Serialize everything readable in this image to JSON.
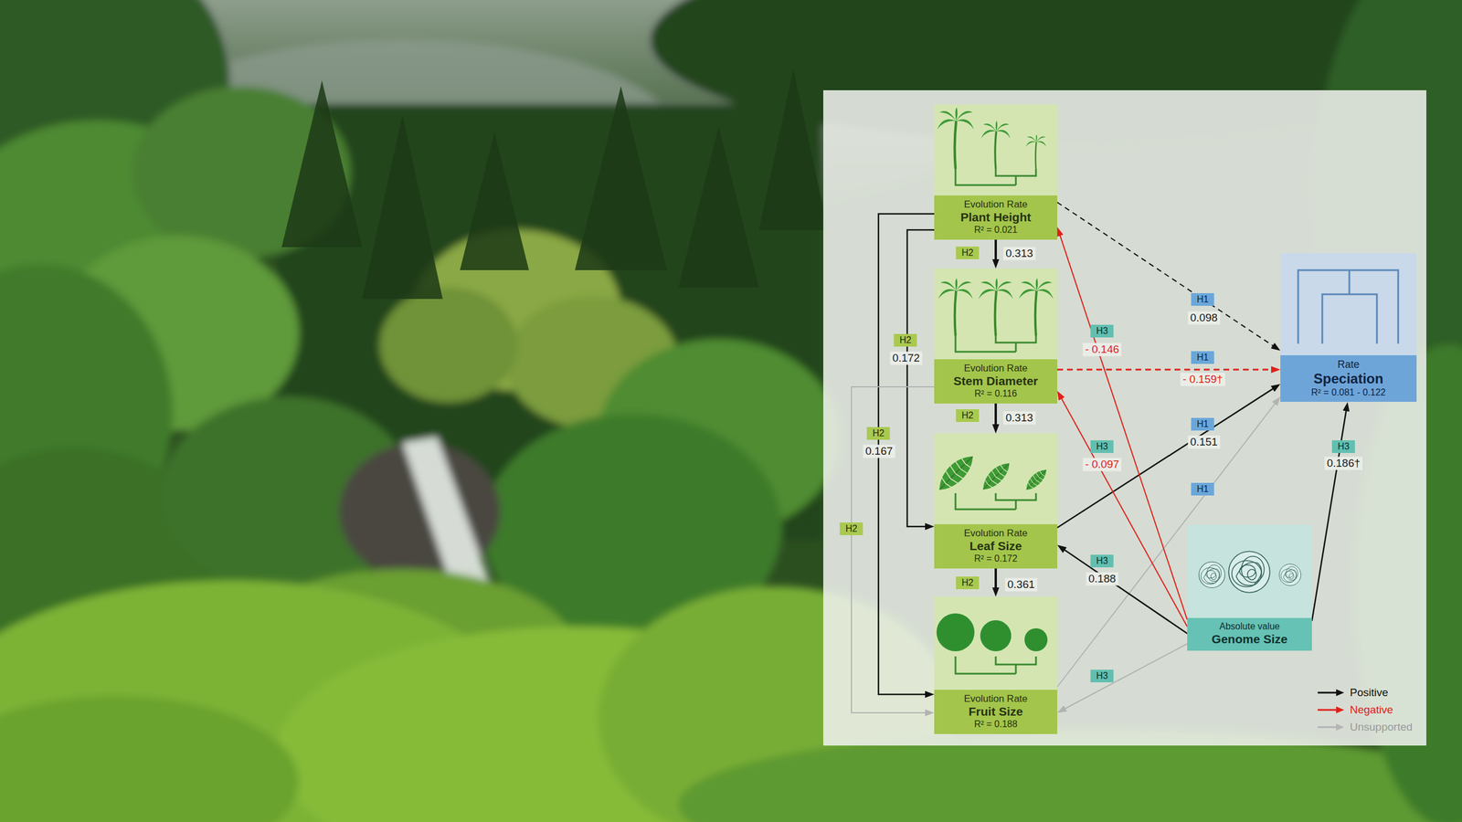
{
  "diagram": {
    "nodes": [
      {
        "text": [
          "Evolution Rate",
          "Plant Height",
          "R² = 0.021"
        ]
      },
      {
        "text": [
          "Evolution Rate",
          "Stem Diameter",
          "R² = 0.116"
        ]
      },
      {
        "text": [
          "Evolution Rate",
          "Leaf Size",
          "R² = 0.172"
        ]
      },
      {
        "text": [
          "Evolution Rate",
          "Fruit Size",
          "R² = 0.188"
        ]
      },
      {
        "text": [
          "Rate",
          "Speciation",
          "R² = 0.081 - 0.122"
        ]
      },
      {
        "text": [
          "Absolute value",
          "Genome Size"
        ]
      }
    ],
    "edges": [
      {
        "from": 0,
        "to": 1,
        "arrow": "to",
        "label": "0.313"
      },
      {
        "from": 1,
        "to": 2,
        "arrow": "to",
        "label": "0.313"
      },
      {
        "from": 2,
        "to": 3,
        "arrow": "to",
        "label": "0.361"
      },
      {
        "from": 0,
        "to": 2,
        "arrow": "to",
        "label": "0.172"
      },
      {
        "from": 0,
        "to": 3,
        "arrow": "to",
        "label": "0.167"
      },
      {
        "from": 1,
        "to": 3,
        "arrow": "to"
      },
      {
        "from": 0,
        "to": 4,
        "arrow": "to",
        "label": "0.098"
      },
      {
        "from": 1,
        "to": 4,
        "arrow": "to",
        "label": "- 0.159†"
      },
      {
        "from": 2,
        "to": 4,
        "arrow": "to",
        "label": "0.151"
      },
      {
        "from": 3,
        "to": 4,
        "arrow": "to"
      },
      {
        "from": 5,
        "to": 0,
        "arrow": "to",
        "label": "- 0.146"
      },
      {
        "from": 5,
        "to": 1,
        "arrow": "to",
        "label": "- 0.097"
      },
      {
        "from": 5,
        "to": 2,
        "arrow": "to",
        "label": "0.188"
      },
      {
        "from": 5,
        "to": 3,
        "arrow": "to"
      },
      {
        "from": 5,
        "to": 4,
        "arrow": "to",
        "label": "0.186†"
      }
    ],
    "labels": [
      "H2",
      "H2",
      "H2",
      "H2",
      "H2",
      "H2",
      "H1",
      "H1",
      "H1",
      "H1",
      "H3",
      "H3",
      "H3",
      "H3",
      "H3"
    ],
    "legend": [
      {
        "text": "Positive"
      },
      {
        "text": "Negative"
      },
      {
        "text": "Unsupported"
      }
    ]
  }
}
